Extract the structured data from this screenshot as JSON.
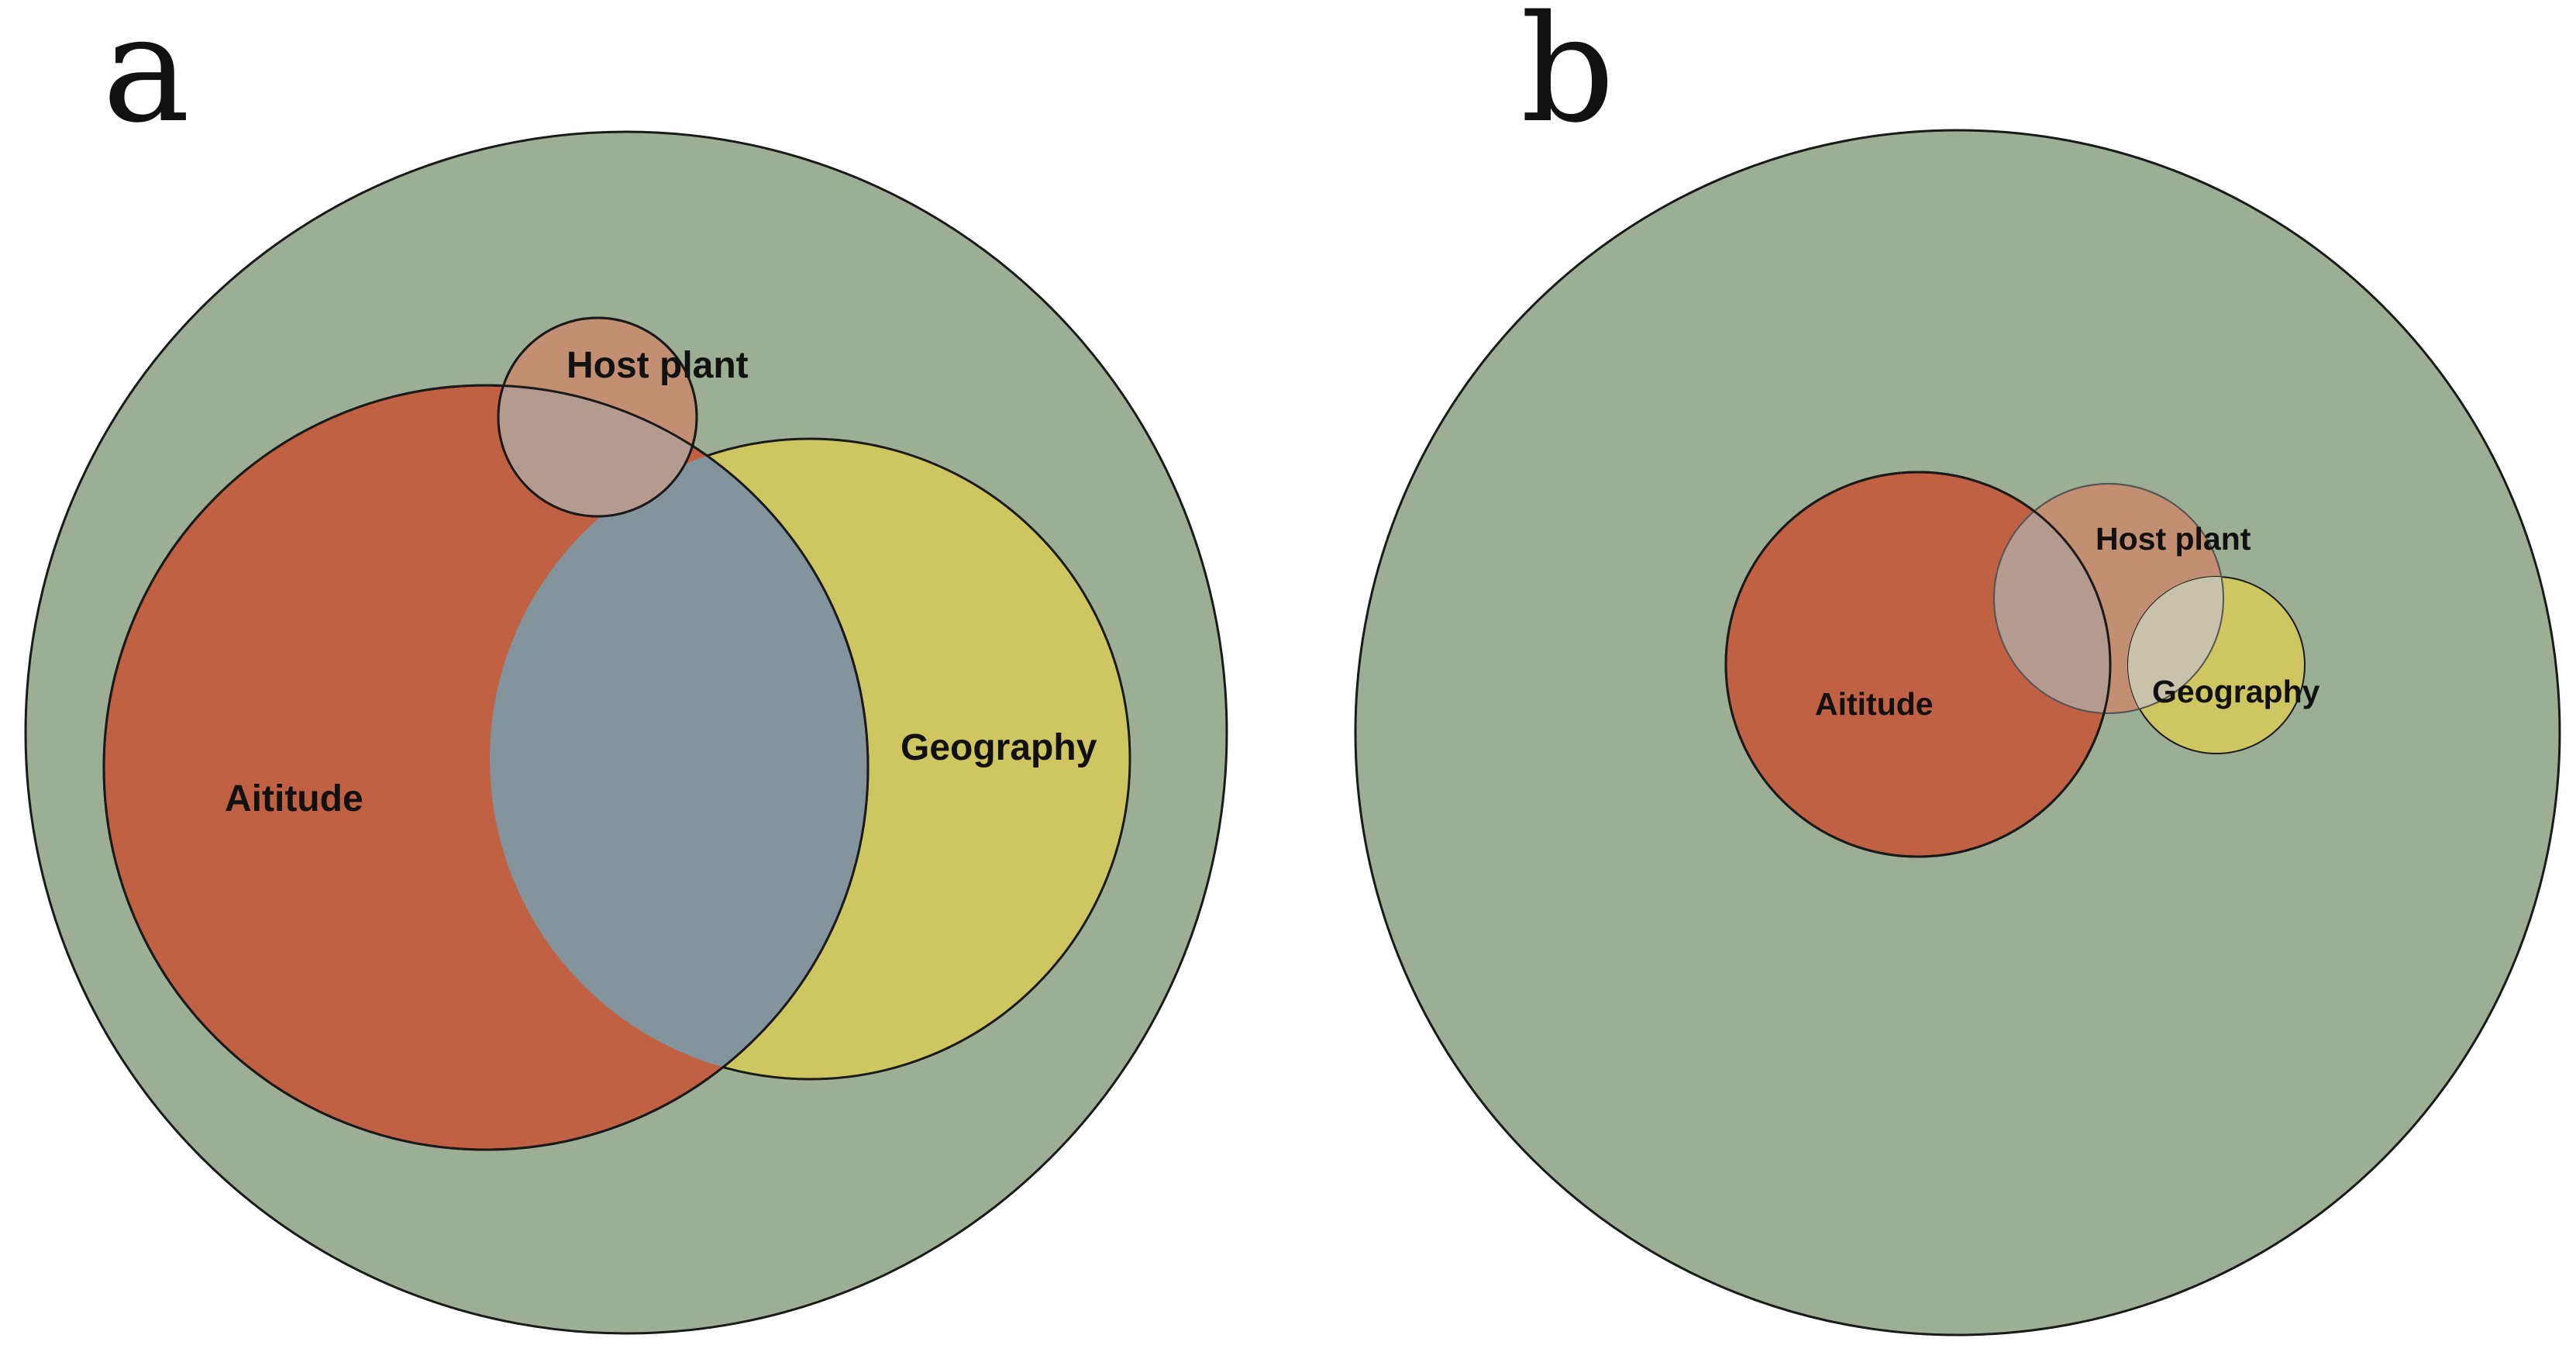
{
  "colors": {
    "background": "#ffffff",
    "outer": "#9caf94",
    "altitude": "#c06143",
    "geography": "#cec661",
    "host_plant": "#c38f72",
    "altitude_geography_overlap": "#83949d",
    "host_plant_altitude_overlap": "#b59a8f",
    "host_plant_geography_overlap": "#c9c2ab",
    "outline": "#1a1a1a"
  },
  "panels": [
    {
      "letter": "a",
      "labels": {
        "altitude": "Aititude",
        "geography": "Geography",
        "host_plant": "Host plant"
      }
    },
    {
      "letter": "b",
      "labels": {
        "altitude": "Aititude",
        "geography": "Geography",
        "host_plant": "Host plant"
      }
    }
  ]
}
